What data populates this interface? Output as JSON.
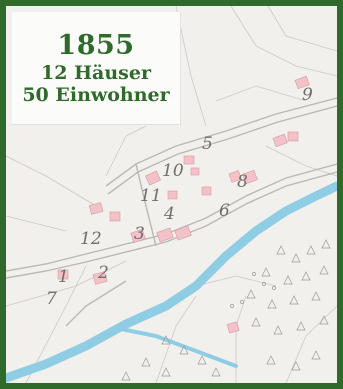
{
  "info": {
    "year": "1855",
    "houses": "12 Häuser",
    "residents": "50 Einwohner"
  },
  "map": {
    "house_numbers": [
      "1",
      "2",
      "3",
      "4",
      "5",
      "6",
      "7",
      "8",
      "9",
      "10",
      "11",
      "12"
    ],
    "colors": {
      "frame": "#2f6a2a",
      "paper": "#f1f0ec",
      "river": "#8ecde4",
      "house": "#f2c2c8",
      "ink": "#6e6e6e"
    }
  }
}
